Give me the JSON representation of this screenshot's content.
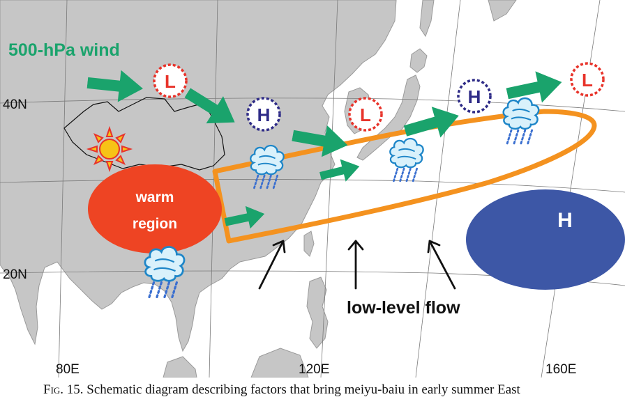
{
  "legend": {
    "wind_label": "500-hPa wind",
    "flow_label": "low-level flow",
    "warm_region_line1": "warm",
    "warm_region_line2": "region"
  },
  "axes": {
    "lat_labels": [
      "40N",
      "20N"
    ],
    "lon_labels": [
      "80E",
      "120E",
      "160E"
    ]
  },
  "pressure_systems": {
    "low_letter": "L",
    "high_letter": "H",
    "big_high_letter": "H"
  },
  "caption": {
    "fig_label": "Fig. 15.",
    "text": " Schematic diagram describing factors that bring meiyu-baiu in early summer East"
  },
  "colors": {
    "land": "#c6c6c6",
    "ocean": "#ffffff",
    "wind_arrow": "#1aa36c",
    "warm_region": "#ee4423",
    "pacific_high": "#3d57a6",
    "baiu_front": "#f4921f",
    "low_circle": "#e8332a",
    "high_circle": "#2e2b87",
    "rain": "#3a6fd0",
    "cloud_fill": "#d9f1fb",
    "cloud_edge": "#1e86c8"
  },
  "icons": [
    "sun-icon",
    "rain-cloud-icon",
    "wind-arrow-icon",
    "flow-arrow-icon"
  ]
}
